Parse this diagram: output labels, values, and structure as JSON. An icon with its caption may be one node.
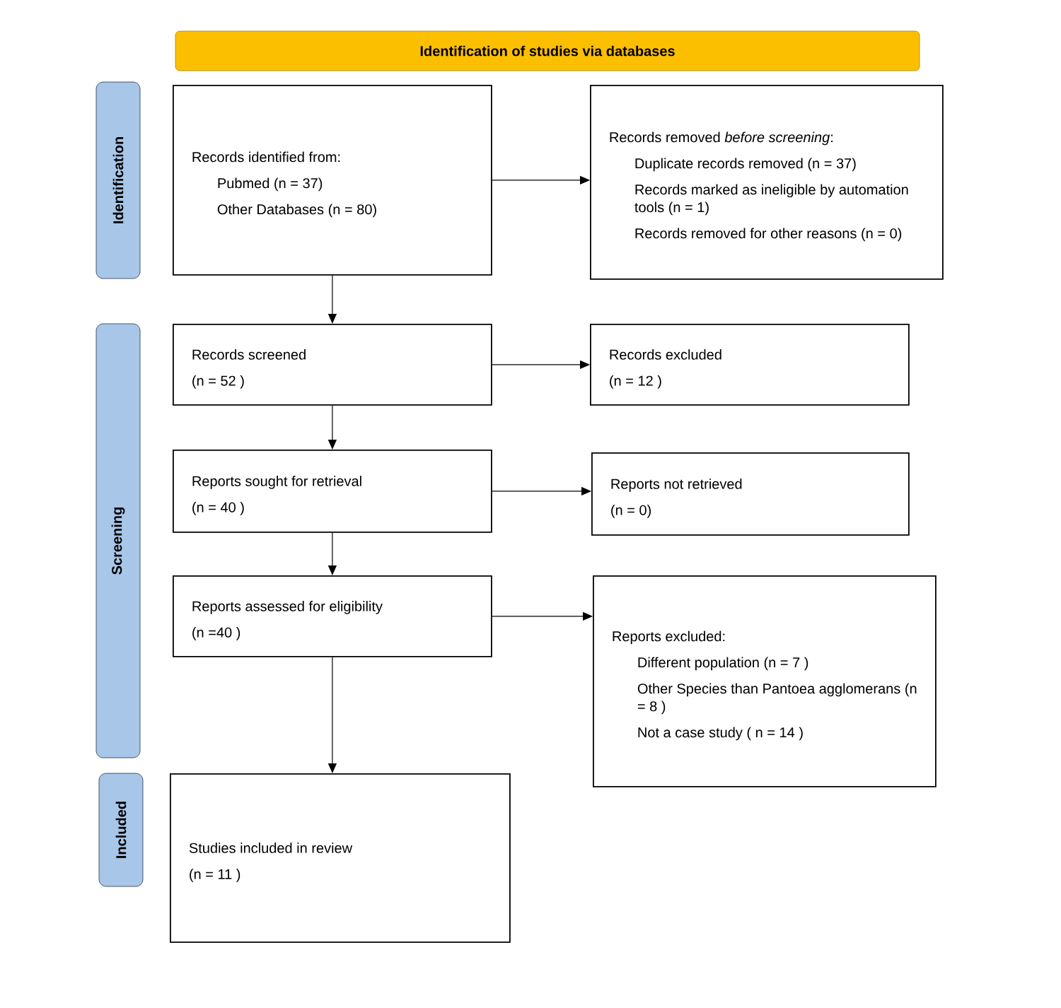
{
  "diagram": {
    "nodes": [
      {
        "text": [
          "Identification of studies via databases"
        ]
      },
      {
        "text": [
          "Identification"
        ]
      },
      {
        "text": [
          "Screening"
        ]
      },
      {
        "text": [
          "Included"
        ]
      },
      {
        "text": [
          "Records identified from:",
          "Pubmed (n = 37)",
          "Other Databases (n = 80)"
        ]
      },
      {
        "text": [
          "Records removed *before screening*:",
          "Duplicate records removed  (n = 37)",
          "Records marked as ineligible by automation tools (n = 1)",
          "Records removed for other reasons (n = 0)"
        ]
      },
      {
        "text": [
          "Records screened",
          "(n = 52 )"
        ]
      },
      {
        "text": [
          "Records excluded",
          "(n = 12 )"
        ]
      },
      {
        "text": [
          "Reports sought for retrieval",
          "(n = 40 )"
        ]
      },
      {
        "text": [
          "Reports not retrieved",
          "(n = 0)"
        ]
      },
      {
        "text": [
          "Reports assessed for eligibility",
          "(n =40 )"
        ]
      },
      {
        "text": [
          "Reports excluded:",
          "Different population (n = 7 )",
          "Other Species than Pantoea agglomerans (n = 8 )",
          "Not a case study ( n = 14 )"
        ]
      },
      {
        "text": [
          "Studies included in review",
          "(n = 11 )"
        ]
      }
    ],
    "edges": [
      {
        "from": 4,
        "to": 5,
        "arrow": "to"
      },
      {
        "from": 4,
        "to": 6,
        "arrow": "to"
      },
      {
        "from": 6,
        "to": 7,
        "arrow": "to"
      },
      {
        "from": 6,
        "to": 8,
        "arrow": "to"
      },
      {
        "from": 8,
        "to": 9,
        "arrow": "to"
      },
      {
        "from": 8,
        "to": 10,
        "arrow": "to"
      },
      {
        "from": 10,
        "to": 11,
        "arrow": "to"
      },
      {
        "from": 10,
        "to": 12,
        "arrow": "to"
      }
    ]
  }
}
